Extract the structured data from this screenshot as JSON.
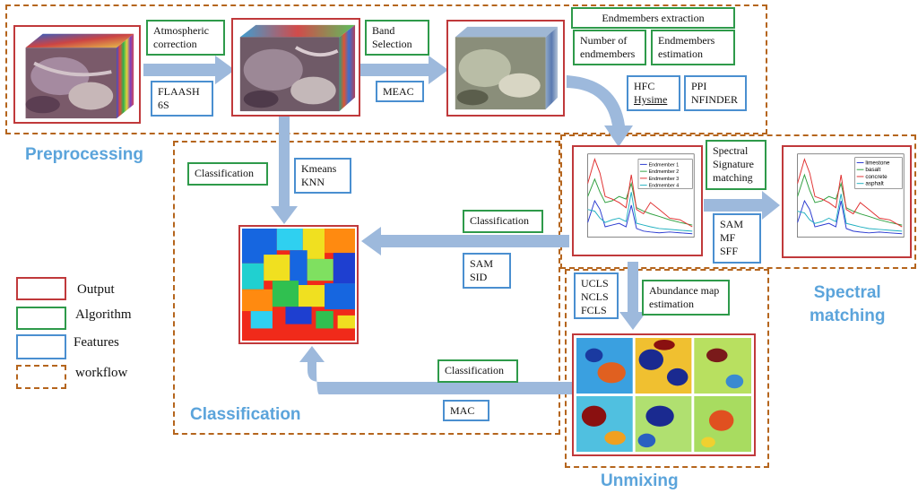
{
  "stages": {
    "preprocessing": "Preprocessing",
    "classification": "Classification",
    "spectral_matching_line1": "Spectral",
    "spectral_matching_line2": "matching",
    "unmixing": "Unmixing"
  },
  "algorithms": {
    "atmospheric_correction_line1": "Atmospheric",
    "atmospheric_correction_line2": "correction",
    "band_selection_line1": "Band",
    "band_selection_line2": "Selection",
    "endmembers_extraction": "Endmembers extraction",
    "number_of_endmembers_line1": "Number of",
    "number_of_endmembers_line2": "endmembers",
    "endmembers_estimation_line1": "Endmembers",
    "endmembers_estimation_line2": "estimation",
    "classification_left": "Classification",
    "classification_mid": "Classification",
    "classification_bottom": "Classification",
    "spectral_signature_line1": "Spectral",
    "spectral_signature_line2": "Signature",
    "spectral_signature_line3": "matching",
    "abundance_line1": "Abundance map",
    "abundance_line2": "estimation"
  },
  "features": {
    "flaash": "FLAASH",
    "six_s": "6S",
    "meac": "MEAC",
    "hfc": "HFC",
    "hysime": "Hysime",
    "ppi": "PPI",
    "nfinder": "NFINDER",
    "kmeans": "Kmeans",
    "knn": "KNN",
    "sam_class": "SAM",
    "sid": "SID",
    "sam_spec": "SAM",
    "mf": "MF",
    "sff": "SFF",
    "ucls": "UCLS",
    "ncls": "NCLS",
    "fcls": "FCLS",
    "mac": "MAC"
  },
  "legend": {
    "output": "Output",
    "algorithm": "Algorithm",
    "features": "Features",
    "workflow": "workflow"
  },
  "chart1_legend": [
    "Endmember 1",
    "Endmember 2",
    "Endmember 3",
    "Endmember 4"
  ],
  "chart2_legend": [
    "limestone",
    "basalt",
    "concrete",
    "asphalt"
  ],
  "colors": {
    "output": "#c0393b",
    "algorithm": "#2e9a4a",
    "features": "#4a8fd0",
    "workflow": "#b5651d",
    "arrow": "#9db9dc",
    "stage_text": "#5ba4db"
  }
}
